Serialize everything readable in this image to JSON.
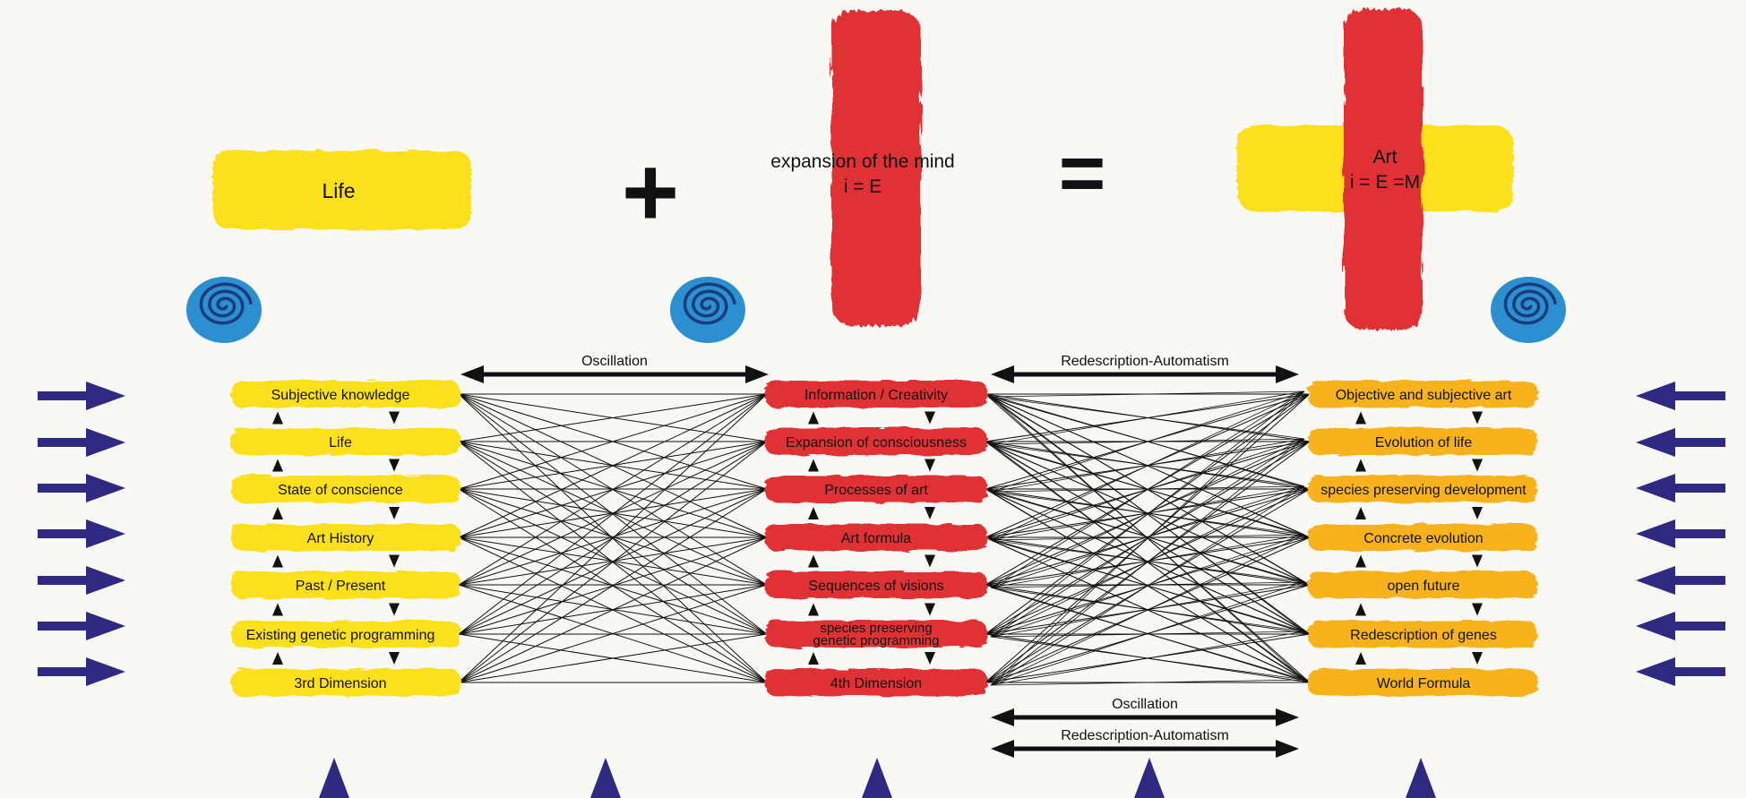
{
  "top_equation": {
    "life": "Life",
    "plus": "+",
    "expansion": {
      "line1": "expansion of the mind",
      "line2": "i = E"
    },
    "equals": "=",
    "art": {
      "line1": "Art",
      "line2": "i = E =M"
    }
  },
  "columns": {
    "left": [
      "Subjective knowledge",
      "Life",
      "State of conscience",
      "Art History",
      "Past / Present",
      "Existing genetic programming",
      "3rd Dimension"
    ],
    "middle": [
      "Information / Creativity",
      "Expansion of consciousness",
      "Processes of art",
      "Art formula",
      "Sequences of visions",
      "species preserving\ngenetic programming",
      "4th Dimension"
    ],
    "right": [
      "Objective and subjective art",
      "Evolution of life",
      "species preserving development",
      "Concrete evolution",
      "open future",
      "Redescription of genes",
      "World Formula"
    ]
  },
  "arrows_text": {
    "left_top": "Oscillation",
    "right_top": "Redescription-Automatism",
    "bottom_1": "Oscillation",
    "bottom_2": "Redescription-Automatism"
  },
  "colors": {
    "yellow": "#fde01a",
    "orange": "#f7b21f",
    "red": "#e03134",
    "navy": "#2e2a82",
    "spiral_blue": "#2b8fd0",
    "background": "#f9f8f4"
  },
  "icons": {
    "spiral": "spiral-shell-icon",
    "side_arrow": "arrow-right-icon",
    "bottom_triangle": "triangle-up-icon"
  }
}
